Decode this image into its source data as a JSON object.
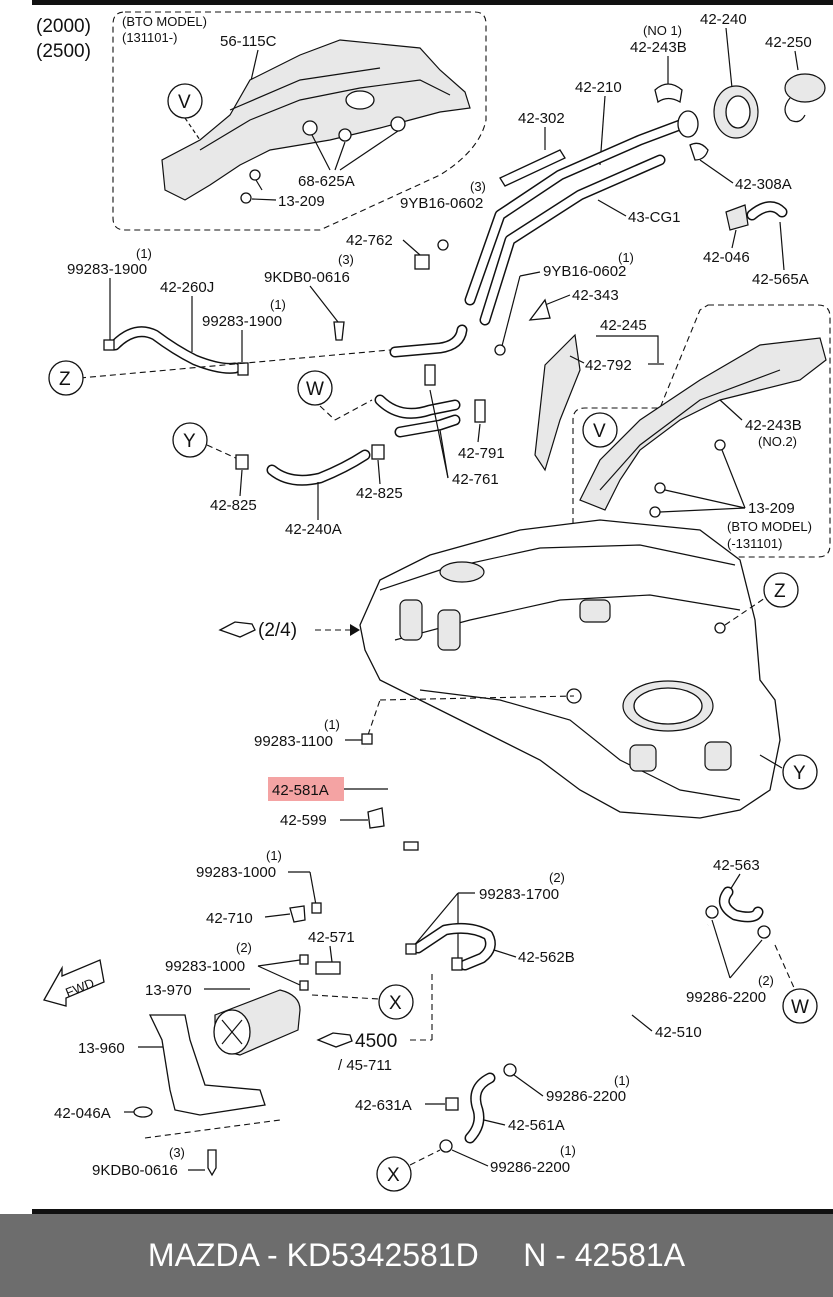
{
  "footer": {
    "title": "MAZDA - KD5342581D     N - 42581A"
  },
  "highlight_color": "#f4a3a3",
  "header": {
    "engine_1": "(2000)",
    "engine_2": "(2500)"
  },
  "labels": {
    "bto_model_top": "(BTO MODEL)",
    "bto_date_top": "(131101-)",
    "p56_115c": "56-115C",
    "p68_625a": "68-625A",
    "p13_209_top": "13-209",
    "no1": "(NO 1)",
    "p42_243b_top": "42-243B",
    "p42_240": "42-240",
    "p42_250": "42-250",
    "p42_210": "42-210",
    "p42_302": "42-302",
    "p42_308a": "42-308A",
    "qty3_a": "(3)",
    "p9yb16_0602_a": "9YB16-0602",
    "p43_cg1": "43-CG1",
    "p42_046": "42-046",
    "p42_565a": "42-565A",
    "p42_762": "42-762",
    "qty1_a": "(1)",
    "p9yb16_0602_b": "9YB16-0602",
    "p42_343": "42-343",
    "qty1_b": "(1)",
    "p99283_1900_a": "99283-1900",
    "p42_260j": "42-260J",
    "qty3_b": "(3)",
    "p9kdb0_0616_a": "9KDB0-0616",
    "qty1_c": "(1)",
    "p99283_1900_b": "99283-1900",
    "p42_245": "42-245",
    "p42_792": "42-792",
    "p42_243b_mid": "42-243B",
    "no2": "(NO.2)",
    "p42_791": "42-791",
    "p42_761": "42-761",
    "p42_825_a": "42-825",
    "p42_825_b": "42-825",
    "p42_240a": "42-240A",
    "p13_209_mid": "13-209",
    "bto_model_mid": "(BTO MODEL)",
    "bto_date_mid": "(-131101)",
    "ref_2_4": "(2/4)",
    "qty1_d": "(1)",
    "p99283_1100": "99283-1100",
    "p42_581a": "42-581A",
    "p42_599": "42-599",
    "qty1_e": "(1)",
    "p99283_1000_a": "99283-1000",
    "p42_710": "42-710",
    "p42_571": "42-571",
    "qty2_a": "(2)",
    "p99283_1000_b": "99283-1000",
    "qty2_b": "(2)",
    "p99283_1700": "99283-1700",
    "p42_562b": "42-562B",
    "p42_563": "42-563",
    "qty2_c": "(2)",
    "p99286_2200_a": "99286-2200",
    "p13_970": "13-970",
    "p13_960": "13-960",
    "ref_4500": "4500",
    "ref_45_711": "/ 45-711",
    "p42_510": "42-510",
    "qty1_f": "(1)",
    "p99286_2200_b": "99286-2200",
    "p42_046a": "42-046A",
    "p42_631a": "42-631A",
    "p42_561a": "42-561A",
    "qty3_c": "(3)",
    "p9kdb0_0616_b": "9KDB0-0616",
    "qty1_g": "(1)",
    "p99286_2200_c": "99286-2200",
    "fwd": "FWD"
  },
  "callouts": {
    "v": "V",
    "w": "W",
    "x": "X",
    "y": "Y",
    "z": "Z"
  }
}
